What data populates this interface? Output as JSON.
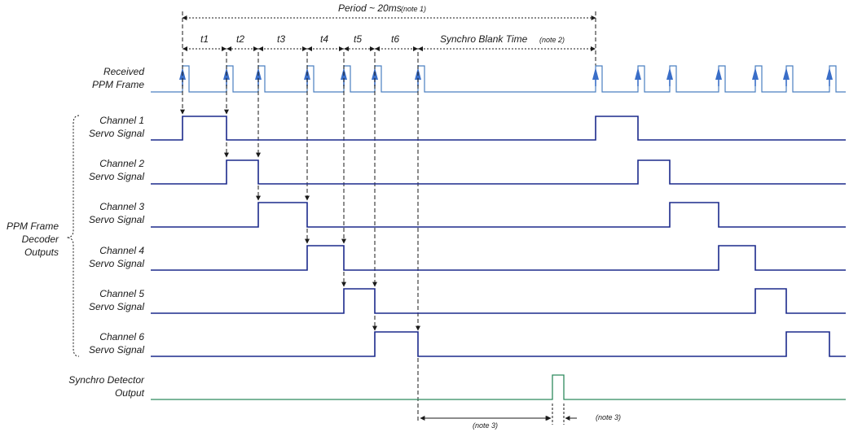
{
  "top": {
    "period_label": "Period ~ 20ms",
    "period_note": "(note 1)",
    "intervals": [
      "t1",
      "t2",
      "t3",
      "t4",
      "t5",
      "t6"
    ],
    "blank_label": "Synchro Blank Time",
    "blank_note": "(note 2)"
  },
  "signals": {
    "ppm": {
      "line1": "Received",
      "line2": "PPM Frame"
    },
    "channels": [
      {
        "line1": "Channel 1",
        "line2": "Servo Signal"
      },
      {
        "line1": "Channel 2",
        "line2": "Servo Signal"
      },
      {
        "line1": "Channel 3",
        "line2": "Servo Signal"
      },
      {
        "line1": "Channel 4",
        "line2": "Servo Signal"
      },
      {
        "line1": "Channel 5",
        "line2": "Servo Signal"
      },
      {
        "line1": "Channel 6",
        "line2": "Servo Signal"
      }
    ],
    "synchro": {
      "line1": "Synchro Detector",
      "line2": "Output"
    }
  },
  "group": {
    "line1": "PPM Frame",
    "line2": "Decoder",
    "line3": "Outputs"
  },
  "bottom": {
    "note_a": "(note 3)",
    "note_b": "(note 3)"
  },
  "colors": {
    "ppm": "#4a7fc0",
    "servo": "#1c2a8c",
    "synchro": "#2e8a5e",
    "arrow": "#3a6ec8",
    "ink": "#1a1a1a"
  }
}
